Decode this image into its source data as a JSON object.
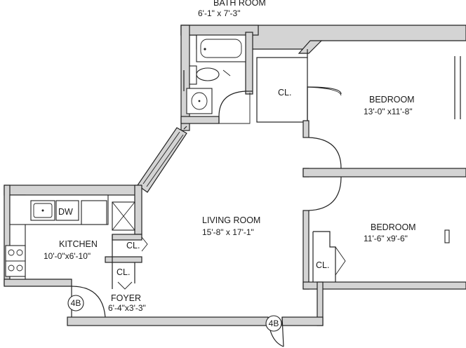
{
  "rooms": {
    "bath": {
      "name": "BATH ROOM",
      "dims": "6'-1\" x 7'-3\""
    },
    "bedroom1": {
      "name": "BEDROOM",
      "dims": "13'-0\" x11'-8\""
    },
    "bedroom2": {
      "name": "BEDROOM",
      "dims": "11'-6\" x9'-6\""
    },
    "living": {
      "name": "LIVING ROOM",
      "dims": "15'-8\" x 17'-1\""
    },
    "kitchen": {
      "name": "KITCHEN",
      "dims": "10'-0\"x6'-10\""
    },
    "foyer": {
      "name": "FOYER",
      "dims": "6'-4\"x3'-3\""
    }
  },
  "closets": {
    "bedroom1": "CL.",
    "bedroom2": "CL.",
    "foyer_upper": "CL.",
    "foyer_lower": "CL."
  },
  "appliances": {
    "dishwasher": "DW"
  },
  "unit_tags": {
    "kitchen_entry": "4B",
    "front_entry": "4B"
  }
}
